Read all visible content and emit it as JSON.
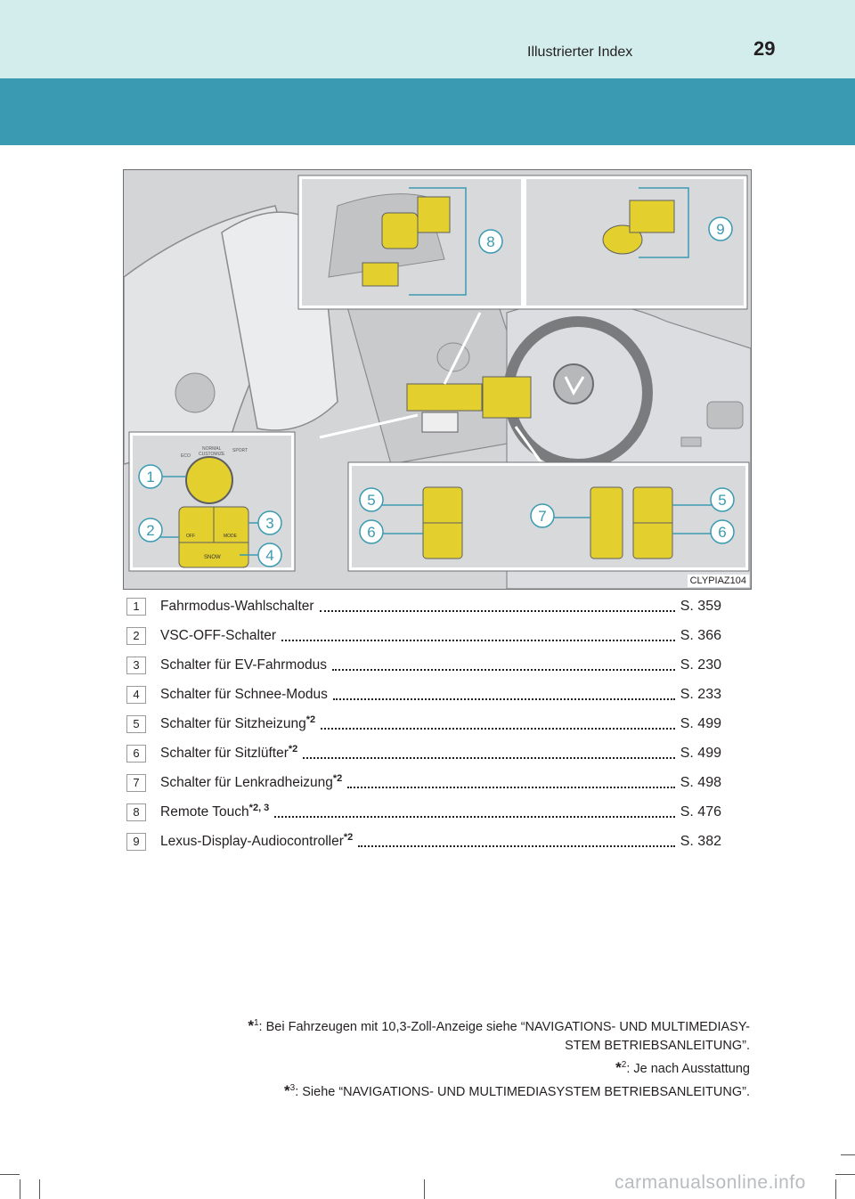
{
  "header": {
    "section_title": "Illustrierter Index",
    "page_number": "29"
  },
  "figure": {
    "code": "CLYPIAZ104",
    "callouts": [
      "1",
      "2",
      "3",
      "4",
      "5",
      "6",
      "7",
      "8",
      "9",
      "5",
      "6"
    ],
    "drive_mode_labels": {
      "eco": "ECO",
      "normal": "NORMAL",
      "custom": "CUSTOMIZE",
      "sport": "SPORT",
      "vsc_off": "OFF",
      "ev_mode": "MODE",
      "snow": "SNOW"
    }
  },
  "index": [
    {
      "num": "1",
      "label": "Fahrmodus-Wahlschalter",
      "note": "",
      "page": "S. 359"
    },
    {
      "num": "2",
      "label": "VSC-OFF-Schalter",
      "note": "",
      "page": "S. 366"
    },
    {
      "num": "3",
      "label": "Schalter für EV-Fahrmodus",
      "note": "",
      "page": "S. 230"
    },
    {
      "num": "4",
      "label": "Schalter für Schnee-Modus",
      "note": "",
      "page": "S. 233"
    },
    {
      "num": "5",
      "label": "Schalter für Sitzheizung",
      "note": "*2",
      "page": "S. 499"
    },
    {
      "num": "6",
      "label": "Schalter für Sitzlüfter",
      "note": "*2",
      "page": "S. 499"
    },
    {
      "num": "7",
      "label": "Schalter für Lenkradheizung",
      "note": "*2",
      "page": "S. 498"
    },
    {
      "num": "8",
      "label": "Remote Touch",
      "note": "*2, 3",
      "page": "S. 476"
    },
    {
      "num": "9",
      "label": "Lexus-Display-Audiocontroller",
      "note": "*2",
      "page": "S. 382"
    }
  ],
  "footnotes": [
    {
      "mark": "*",
      "sup": "1",
      "text": ": Bei Fahrzeugen mit 10,3-Zoll-Anzeige siehe “NAVIGATIONS- UND MULTIMEDIASY-"
    },
    {
      "mark": "",
      "sup": "",
      "text": "STEM BETRIEBSANLEITUNG”."
    },
    {
      "mark": "*",
      "sup": "2",
      "text": ": Je nach Ausstattung"
    },
    {
      "mark": "*",
      "sup": "3",
      "text": ": Siehe “NAVIGATIONS- UND MULTIMEDIASYSTEM BETRIEBSANLEITUNG”."
    }
  ],
  "watermark": "carmanualsonline.info",
  "colors": {
    "header_band": "#d3ecec",
    "blue_band": "#3a9ab2",
    "highlight": "#e3cf2d",
    "figure_bg": "#d4d5d7"
  }
}
